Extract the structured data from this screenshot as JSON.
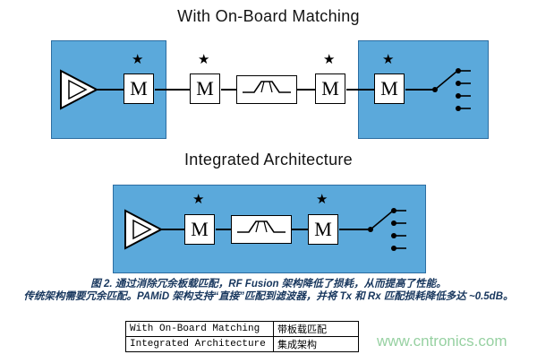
{
  "titles": {
    "onboard": "With On-Board Matching",
    "integrated": "Integrated Architecture"
  },
  "diagram": {
    "m_label": "M",
    "star": "★"
  },
  "caption": {
    "line1": "图 2. 通过消除冗余板载匹配，RF Fusion 架构降低了损耗，从而提高了性能。",
    "line2": "传统架构需要冗余匹配。PAMiD 架构支持“直接”匹配到滤波器，并将 Tx 和 Rx 匹配损耗降低多达 ~0.5dB。"
  },
  "table": {
    "rows": [
      {
        "en": "With On-Board Matching",
        "zh": "带板载匹配"
      },
      {
        "en": "Integrated Architecture",
        "zh": "集成架构"
      }
    ]
  },
  "watermark": {
    "text": "www.cntronics.com"
  },
  "colors": {
    "block_blue": "#5ba9db",
    "caption_text": "#17365d",
    "watermark_green": "#97d1a2"
  }
}
